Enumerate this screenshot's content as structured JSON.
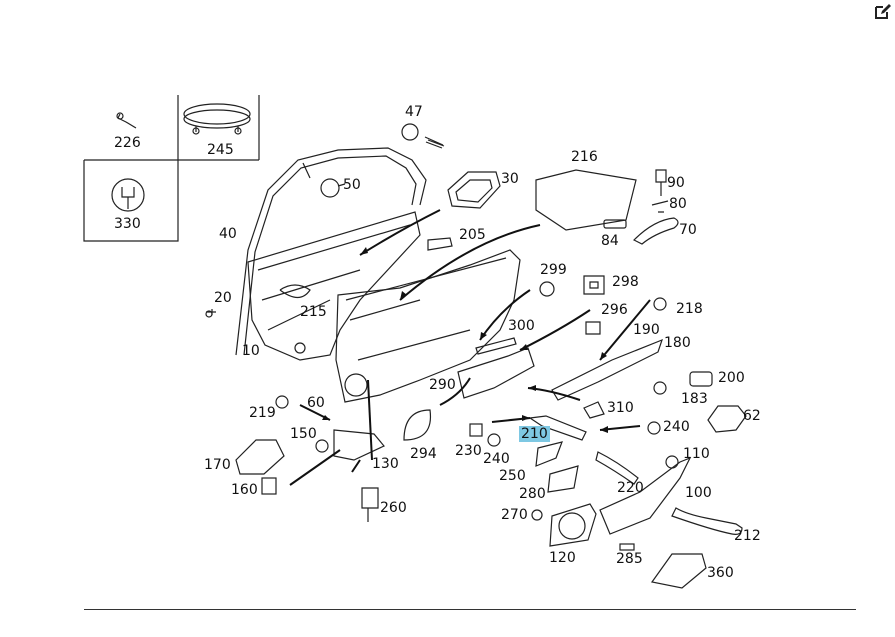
{
  "toolbar": {
    "edit_icon": "edit-icon"
  },
  "diagram": {
    "highlight_color": "#7ec8e3",
    "parts": [
      {
        "id": "p226",
        "label": "226"
      },
      {
        "id": "p245",
        "label": "245"
      },
      {
        "id": "p330",
        "label": "330"
      },
      {
        "id": "p47",
        "label": "47"
      },
      {
        "id": "p50",
        "label": "50"
      },
      {
        "id": "p30",
        "label": "30"
      },
      {
        "id": "p216",
        "label": "216"
      },
      {
        "id": "p90",
        "label": "90"
      },
      {
        "id": "p80",
        "label": "80"
      },
      {
        "id": "p84",
        "label": "84"
      },
      {
        "id": "p70",
        "label": "70"
      },
      {
        "id": "p40",
        "label": "40"
      },
      {
        "id": "p205",
        "label": "205"
      },
      {
        "id": "p299",
        "label": "299"
      },
      {
        "id": "p298",
        "label": "298"
      },
      {
        "id": "p296",
        "label": "296"
      },
      {
        "id": "p218",
        "label": "218"
      },
      {
        "id": "p20",
        "label": "20"
      },
      {
        "id": "p215",
        "label": "215"
      },
      {
        "id": "p300",
        "label": "300"
      },
      {
        "id": "p190",
        "label": "190"
      },
      {
        "id": "p180",
        "label": "180"
      },
      {
        "id": "p10",
        "label": "10"
      },
      {
        "id": "p200",
        "label": "200"
      },
      {
        "id": "p290",
        "label": "290"
      },
      {
        "id": "p183",
        "label": "183"
      },
      {
        "id": "p60",
        "label": "60"
      },
      {
        "id": "p310",
        "label": "310"
      },
      {
        "id": "p62",
        "label": "62"
      },
      {
        "id": "p219",
        "label": "219"
      },
      {
        "id": "p150",
        "label": "150"
      },
      {
        "id": "p210",
        "label": "210",
        "highlighted": true
      },
      {
        "id": "p240a",
        "label": "240"
      },
      {
        "id": "p294",
        "label": "294"
      },
      {
        "id": "p230",
        "label": "230"
      },
      {
        "id": "p240b",
        "label": "240"
      },
      {
        "id": "p170",
        "label": "170"
      },
      {
        "id": "p130",
        "label": "130"
      },
      {
        "id": "p110",
        "label": "110"
      },
      {
        "id": "p250",
        "label": "250"
      },
      {
        "id": "p160",
        "label": "160"
      },
      {
        "id": "p220",
        "label": "220"
      },
      {
        "id": "p100",
        "label": "100"
      },
      {
        "id": "p280",
        "label": "280"
      },
      {
        "id": "p260",
        "label": "260"
      },
      {
        "id": "p270",
        "label": "270"
      },
      {
        "id": "p212",
        "label": "212"
      },
      {
        "id": "p120",
        "label": "120"
      },
      {
        "id": "p285",
        "label": "285"
      },
      {
        "id": "p360",
        "label": "360"
      }
    ]
  }
}
